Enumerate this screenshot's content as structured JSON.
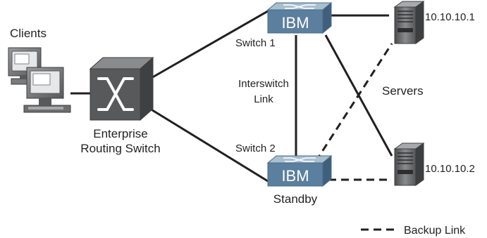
{
  "labels": {
    "clients": "Clients",
    "enterprise_line1": "Enterprise",
    "enterprise_line2": "Routing Switch",
    "switch1": "Switch 1",
    "switch2": "Switch 2",
    "interswitch_line1": "Interswitch",
    "interswitch_line2": "Link",
    "servers": "Servers",
    "standby": "Standby",
    "server1_ip": "10.10.10.1",
    "server2_ip": "10.10.10.2",
    "switch_brand": "IBM"
  },
  "legend": {
    "backup_link": "Backup Link"
  },
  "colors": {
    "link": "#231f20",
    "switch_body": "#5b7f9e",
    "switch_top": "#a9bfd0",
    "router_body": "#58595b",
    "server_body": "#6d6e70"
  },
  "icons": [
    "client-workstation-icon",
    "enterprise-routing-switch-icon",
    "ibm-switch-icon",
    "server-icon"
  ]
}
